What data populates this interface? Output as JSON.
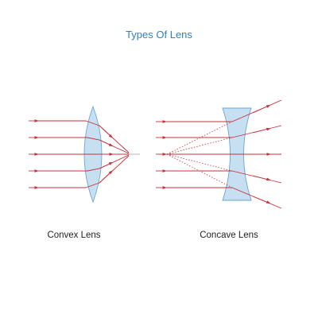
{
  "title": "Types Of Lens",
  "convex_label": "Convex Lens",
  "concave_label": "Concave Lens",
  "colors": {
    "title": "#2f7fc0",
    "ray": "#c8303a",
    "lens_fill": "#bcdaf0",
    "lens_stroke": "#6aa4d2",
    "axis": "#9a9a9a"
  }
}
